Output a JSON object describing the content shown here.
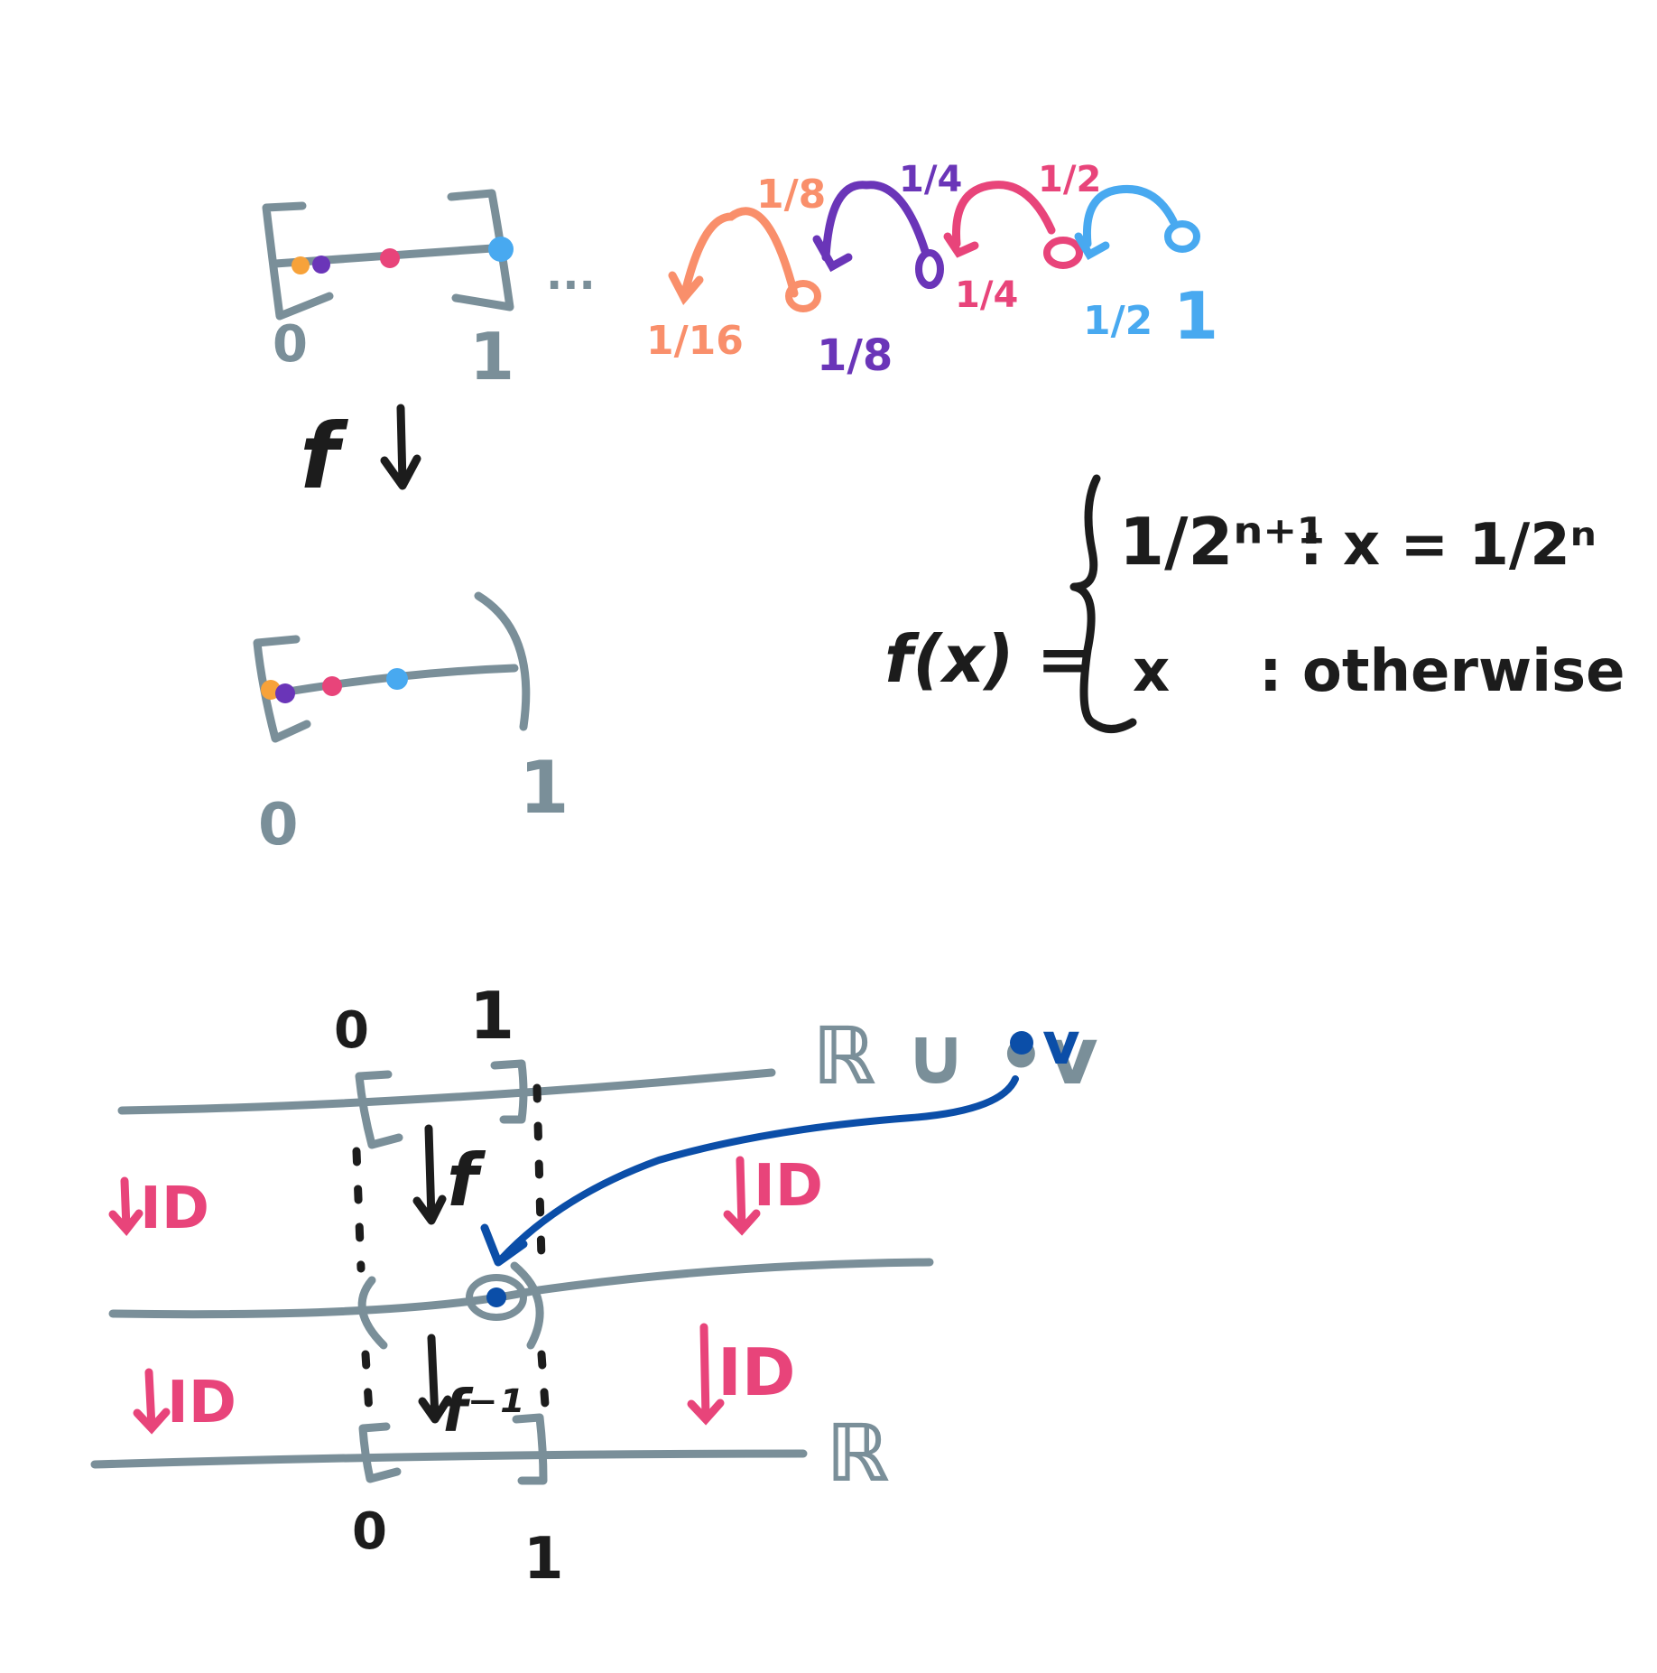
{
  "colors": {
    "gray": "#7a8f99",
    "black": "#1c1c1c",
    "orange": "#f7a23a",
    "salmon": "#f98f6b",
    "purple": "#6a35b8",
    "pink": "#e8447a",
    "light_blue": "#48a9f0",
    "dark_blue": "#0b4ea8"
  },
  "top_interval": {
    "label_zero": "0",
    "label_one": "1",
    "dots": [
      "orange",
      "purple",
      "pink",
      "light_blue"
    ]
  },
  "map_arrow": {
    "label": "f"
  },
  "sequence": {
    "ellipsis": "...",
    "hops": [
      {
        "from": "1/8",
        "to": "1/16",
        "color": "salmon"
      },
      {
        "from": "1/4",
        "to": "1/8",
        "color": "purple"
      },
      {
        "from": "1/2",
        "to": "1/4",
        "color": "pink"
      },
      {
        "from": "1",
        "to": "1/2",
        "color": "light_blue"
      }
    ]
  },
  "mid_interval": {
    "label_zero": "0",
    "label_one": "1"
  },
  "definition": {
    "lhs": "f(x) =",
    "case1_value": "1/2ⁿ⁺¹",
    "case1_condition": ": x = 1/2ⁿ",
    "case2_value": "x",
    "case2_condition": ": otherwise"
  },
  "bottom_diagram": {
    "top_line_label": "ℝ ∪ •v",
    "bottom_line_label": "ℝ",
    "top_zero": "0",
    "top_one": "1",
    "bottom_zero": "0",
    "bottom_one": "1",
    "f_label": "f",
    "f_inverse_label": "f⁻¹",
    "id_labels": [
      "ID",
      "ID",
      "ID",
      "ID"
    ],
    "v_label": "v"
  }
}
